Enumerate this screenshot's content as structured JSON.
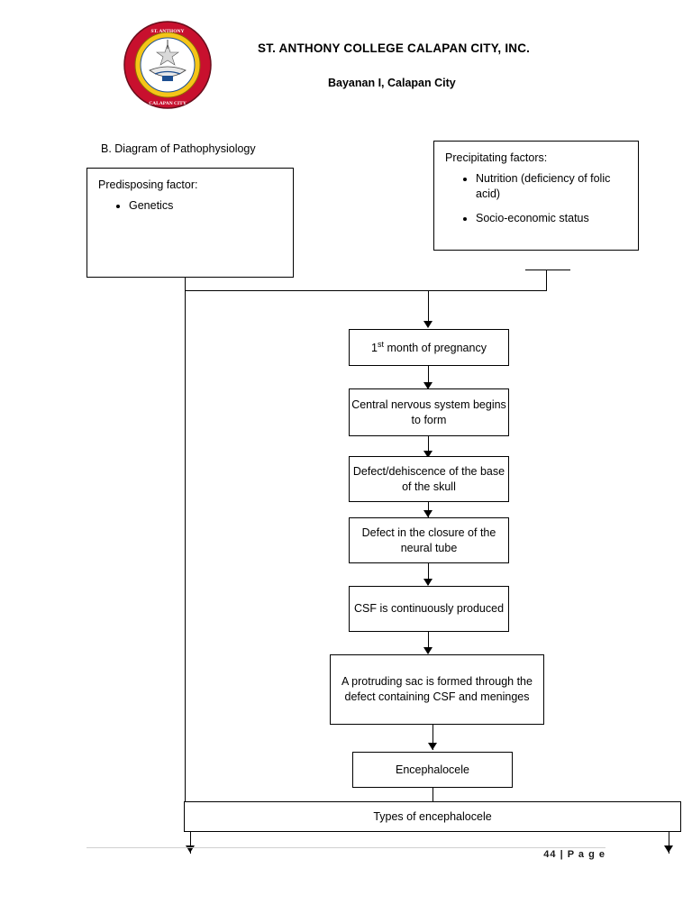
{
  "header": {
    "institution": "ST. ANTHONY COLLEGE CALAPAN CITY, INC.",
    "address": "Bayanan I, Calapan City",
    "logo": {
      "icon": "college-seal-icon",
      "top_text": "ST. ANTHONY COLLEGE",
      "bottom_text": "CALAPAN CITY"
    }
  },
  "section": {
    "label": "B.  Diagram of Pathophysiology"
  },
  "boxes": {
    "predisposing": {
      "title": "Predisposing factor:",
      "items": [
        "Genetics"
      ]
    },
    "precipitating": {
      "title": "Precipitating factors:",
      "items": [
        "Nutrition (deficiency of folic acid)",
        "Socio-economic status"
      ]
    },
    "flow": [
      {
        "id": "month1",
        "text": "1st month of pregnancy",
        "sup": "st"
      },
      {
        "id": "cns",
        "text": "Central nervous system begins to form"
      },
      {
        "id": "defect_skull",
        "text": "Defect/dehiscence of the base of the skull"
      },
      {
        "id": "defect_neural",
        "text": "Defect in the closure of the neural tube"
      },
      {
        "id": "csf",
        "text": "CSF is continuously produced"
      },
      {
        "id": "sac",
        "text": "A protruding sac is formed through the defect containing CSF and meninges"
      },
      {
        "id": "encephalocele",
        "text": "Encephalocele"
      },
      {
        "id": "types",
        "text": "Types of encephalocele"
      }
    ]
  },
  "footer": {
    "page_number": "44",
    "separator": "|",
    "page_label": "P a g e"
  },
  "colors": {
    "seal_ring": "#c8102e",
    "seal_center": "#f5c518",
    "seal_border": "#000000",
    "line": "#000000",
    "footer_rule": "#d0d0d0"
  }
}
